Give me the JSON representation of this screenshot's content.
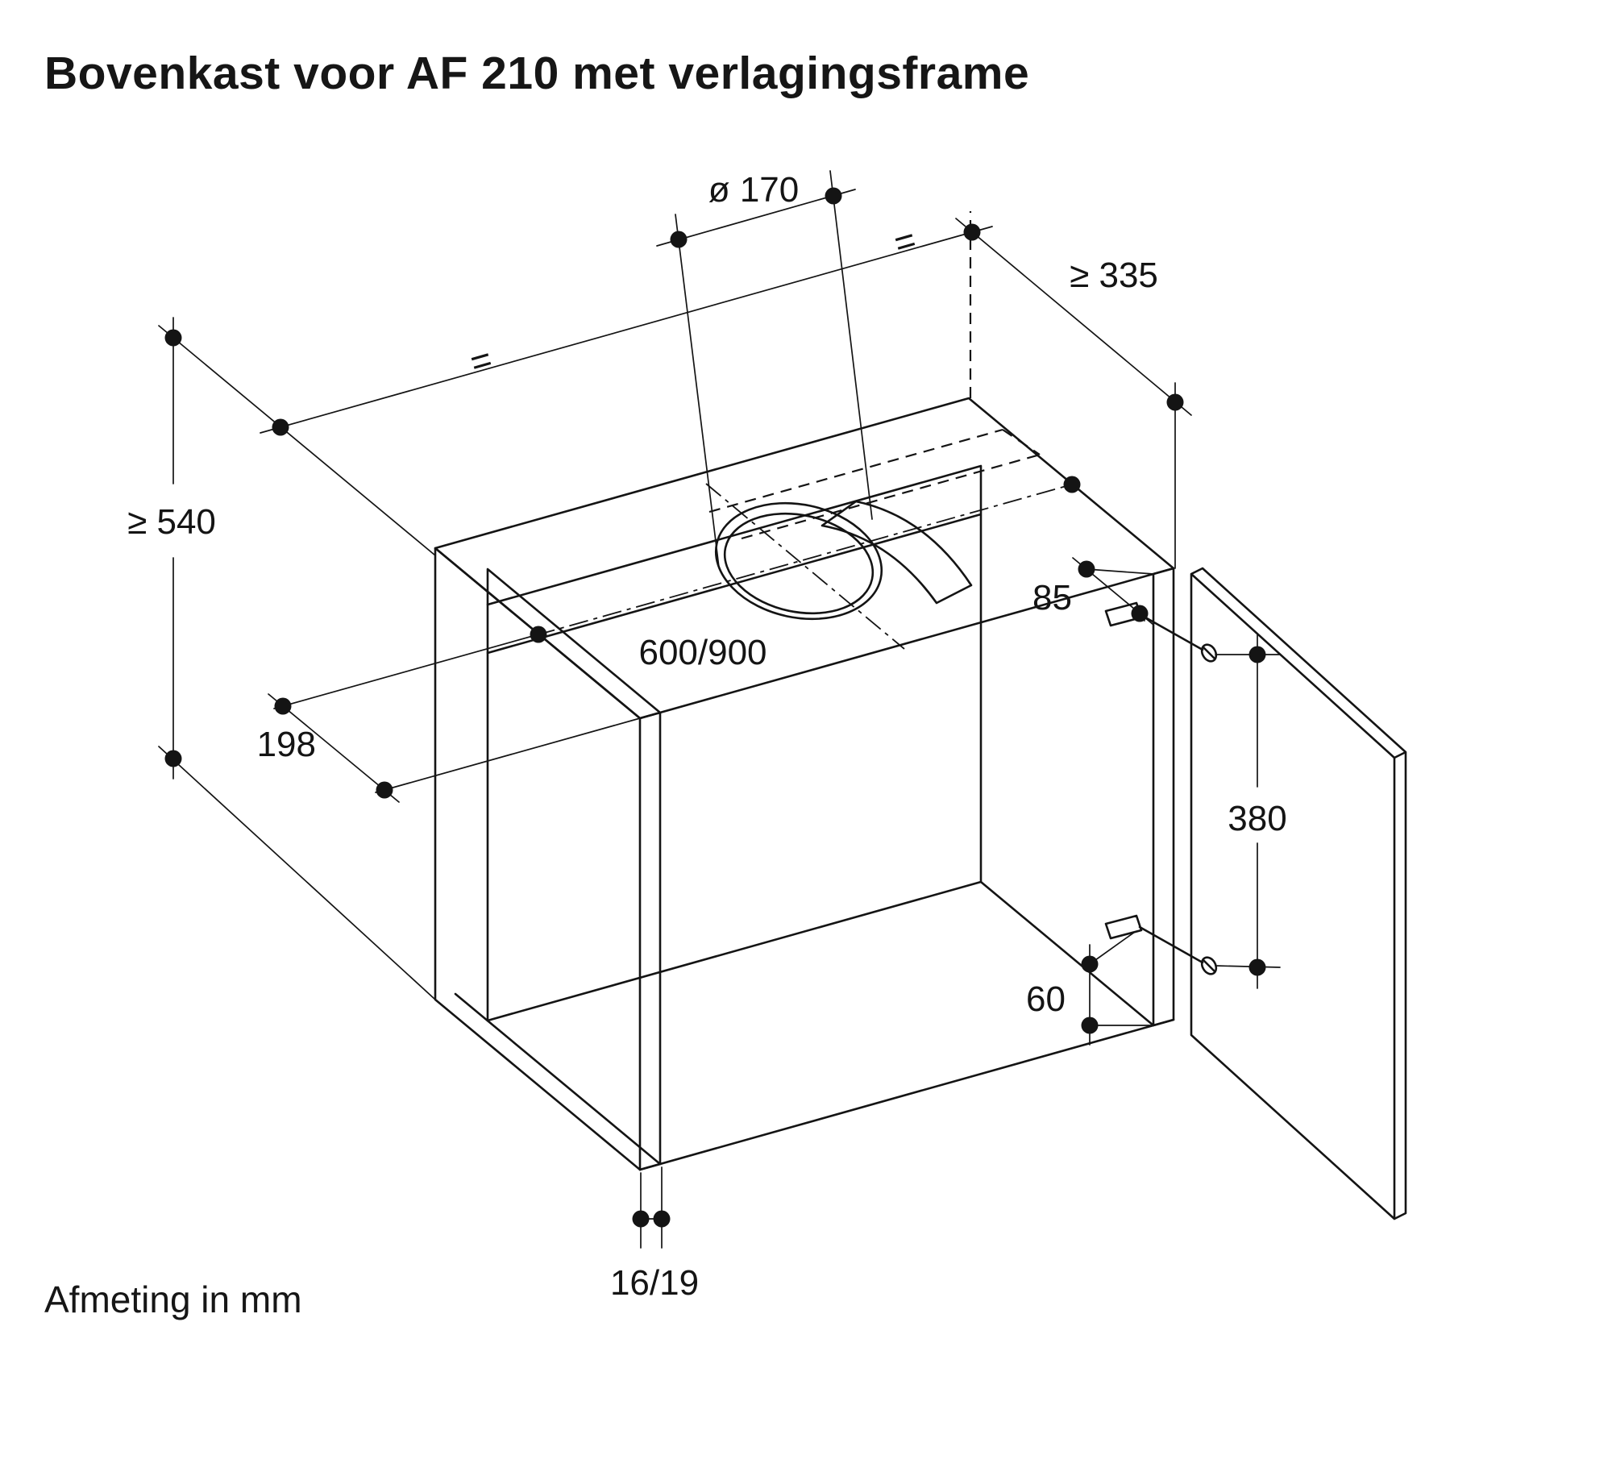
{
  "page": {
    "title": "Bovenkast voor AF 210 met verlagingsframe",
    "units_note": "Afmeting in mm"
  },
  "dimensions": {
    "hole_diameter": "ø 170",
    "min_rear_depth": "≥ 335",
    "min_height": "≥ 540",
    "hole_center_depth": "198",
    "cabinet_width": "600/900",
    "hinge_top_offset": "85",
    "hinge_span": "380",
    "hinge_bottom_offset": "60",
    "panel_thickness": "16/19",
    "equal_spacing_mark": "="
  }
}
